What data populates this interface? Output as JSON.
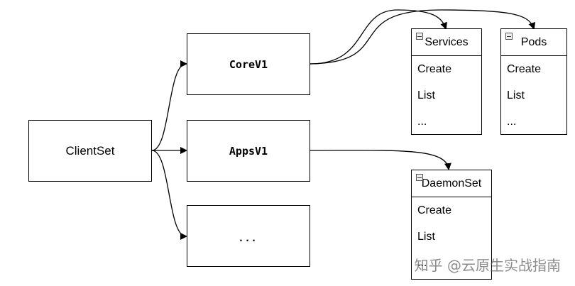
{
  "nodes": {
    "clientset": "ClientSet",
    "corev1": "CoreV1",
    "appsv1": "AppsV1",
    "more": "..."
  },
  "classes": {
    "services": {
      "title": "Services",
      "items": [
        "Create",
        "List",
        "..."
      ]
    },
    "pods": {
      "title": "Pods",
      "items": [
        "Create",
        "List",
        "..."
      ]
    },
    "daemonset": {
      "title": "DaemonSet",
      "items": [
        "Create",
        "List",
        "..."
      ]
    }
  },
  "watermark": "知乎 @云原生实战指南",
  "colors": {
    "stroke": "#000000",
    "background": "#ffffff"
  }
}
